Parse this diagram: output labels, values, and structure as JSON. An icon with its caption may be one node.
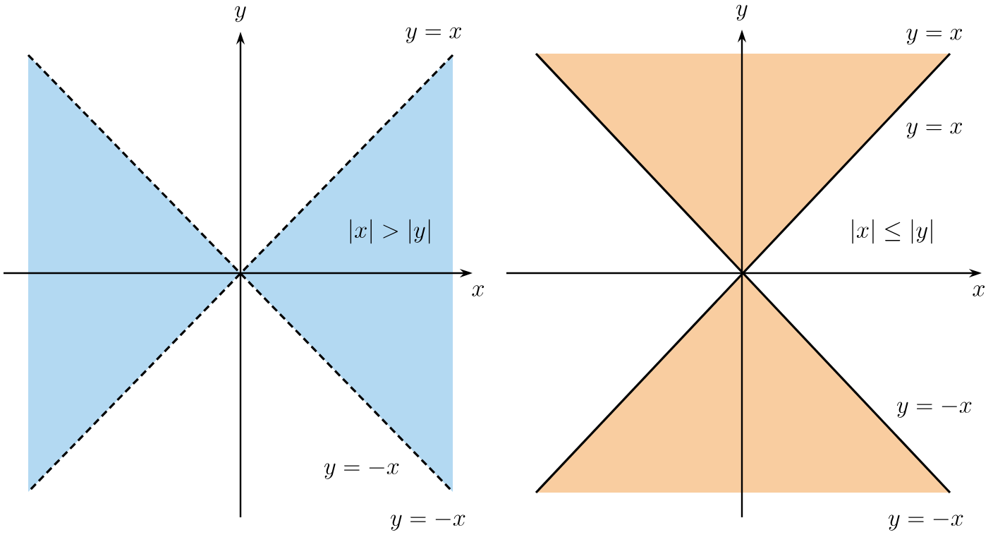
{
  "diagram": {
    "labels": [
      "y",
      "y = x",
      "|x| > |y|",
      "x",
      "y = -x",
      "y = -x",
      "y",
      "y = x",
      "y = x",
      "|x| \\le |y|",
      "x",
      "y = -x",
      "y = -x"
    ]
  }
}
